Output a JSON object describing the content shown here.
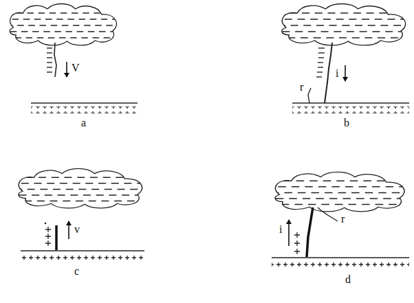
{
  "diagram": {
    "labels": [
      "V",
      "a",
      "i",
      "r",
      "b",
      "v",
      "c",
      "i",
      "r",
      "d"
    ]
  }
}
